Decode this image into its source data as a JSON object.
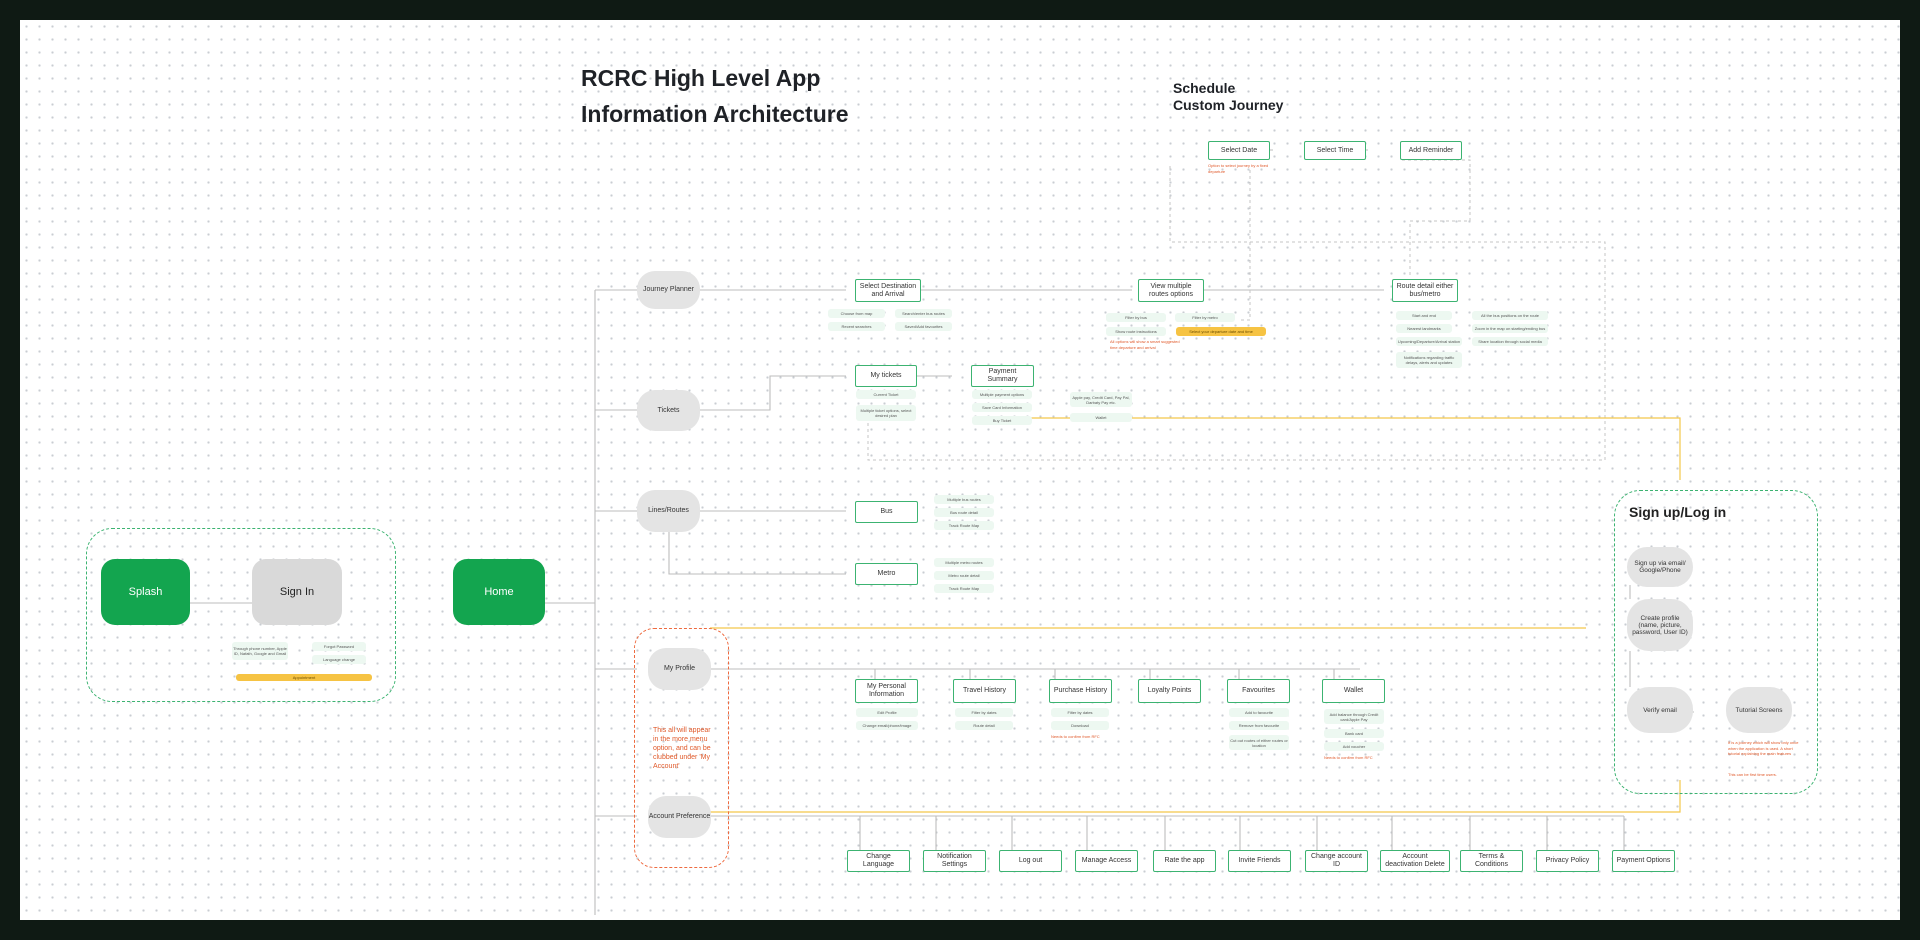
{
  "titles": {
    "main_line1": "RCRC High Level App",
    "main_line2": "Information Architecture",
    "schedule_line1": "Schedule",
    "schedule_line2": "Custom Journey"
  },
  "entry": {
    "splash": "Splash",
    "sign_in": "Sign In",
    "home": "Home",
    "signin_chips": [
      "Through phone number, Apple ID, Nafath, Google and Gmail",
      "Forgot Password",
      "Language change"
    ],
    "signin_highlight": "Appointment"
  },
  "menu": {
    "journey_planner": "Journey Planner",
    "tickets": "Tickets",
    "lines_routes": "Lines/Routes",
    "my_profile": "My Profile",
    "account_preference": "Account Preference",
    "more_note": "This all will appear in the more menu option, and can be clubbed under 'My Account'"
  },
  "schedule": {
    "select_date": "Select Date",
    "select_time": "Select Time",
    "add_reminder": "Add Reminder",
    "date_note": "Option to select journey by a fixed departure"
  },
  "journey": {
    "select_destination": "Select Destination and Arrival",
    "view_routes": "View multiple routes options",
    "route_detail": "Route detail either bus/metro",
    "dest_chips": [
      "Choose from map",
      "Recent searches",
      "Search/enter bus routes",
      "Saved/Add favourites"
    ],
    "routes_chips": [
      "Filter by bus",
      "Filter by metro",
      "Show route instructions"
    ],
    "routes_highlight": "Select your departure date and time",
    "routes_note": "All options will show a smart suggested time departure and arrival",
    "detail_chips": [
      "Start and end",
      "Nearest landmarks",
      "Upcoming/Departure/Arrival station",
      "Notifications regarding traffic delays, alerts and updates",
      "All the bus positions on the route",
      "Zoom in the map on starting/ending bus",
      "Share location through social media"
    ]
  },
  "tickets": {
    "my_tickets": "My tickets",
    "payment_summary": "Payment Summary",
    "ticket_chips": [
      "Current Ticket",
      "Multiple ticket options, select desired plan"
    ],
    "payment_chips": [
      "Multiple payment options",
      "Save Card Information",
      "Buy Ticket"
    ],
    "payment_methods": "Apple pay, Credit Card, Pay Pal, Darbaty Pay etc.",
    "wallet_chip": "Wallet"
  },
  "lines": {
    "bus": "Bus",
    "metro": "Metro",
    "bus_chips": [
      "Multiple bus routes",
      "Bus route detail",
      "Track Route Map"
    ],
    "metro_chips": [
      "Multiple metro routes",
      "Metro route detail",
      "Track Route Map"
    ]
  },
  "profile": {
    "personal_info": "My Personal Information",
    "travel_history": "Travel History",
    "purchase_history": "Purchase History",
    "loyalty_points": "Loyalty Points",
    "favourites": "Favourites",
    "wallet": "Wallet",
    "personal_chips": [
      "Edit Profile",
      "Change email/phone/image"
    ],
    "travel_chips": [
      "Filter by dates",
      "Route detail"
    ],
    "purchase_chips": [
      "Filter by dates",
      "Download"
    ],
    "purchase_note": "Needs to confirm from RFC",
    "favourites_chips": [
      "Add to favourite",
      "Remove from favourite",
      "Cut out routes of either routes or location"
    ],
    "wallet_chips": [
      "Add balance through Credit card/Apple Pay",
      "Bank card",
      "Add voucher"
    ],
    "wallet_note": "Needs to confirm from RFC"
  },
  "preferences": [
    "Change Language",
    "Notification Settings",
    "Log out",
    "Manage Access",
    "Rate the app",
    "Invite Friends",
    "Change account ID",
    "Account deactivation Delete",
    "Terms & Conditions",
    "Privacy Policy",
    "Payment Options"
  ],
  "signup": {
    "title": "Sign up/Log in",
    "via_email": "Sign up via email/ Google/Phone",
    "create_profile": "Create profile (name, picture, password, User ID)",
    "verify_email": "Verify email",
    "tutorial": "Tutorial Screens",
    "note1": "It is a journey which will show only once when the application is used. A short tutorial explaining the main features",
    "note2": "This can be first time users."
  },
  "colors": {
    "accent_green": "#13a54f",
    "outline_green": "#3cb371",
    "annotation_orange": "#e0592a",
    "highlight_yellow": "#f6c343",
    "canvas_frame": "#0f1a14"
  }
}
